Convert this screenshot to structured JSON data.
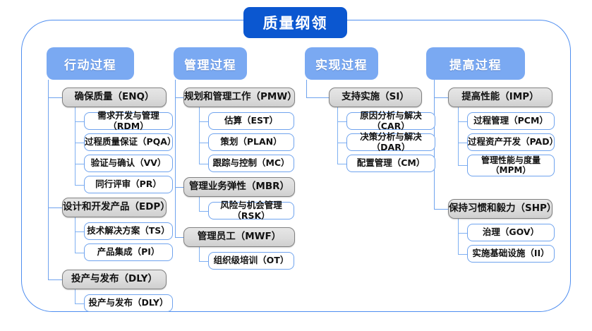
{
  "diagram": {
    "title": "质量纲领",
    "type": "tree-hierarchy",
    "frame_color": "#4f8ef0",
    "title_color": "#0b57d0",
    "header_color": "#7aa9f2",
    "category_box_color": "#dcdcdc",
    "leaf_box_border": "#6fa3ee"
  },
  "columns": [
    {
      "id": "action",
      "header": "行动过程",
      "groups": [
        {
          "category": "确保质量（ENQ）",
          "items": [
            "需求开发与管理（RDM）",
            "过程质量保证（PQA）",
            "验证与确认（VV）",
            "同行评审（PR）"
          ]
        },
        {
          "category": "设计和开发产品（EDP）",
          "items": [
            "技术解决方案（TS）",
            "产品集成（PI）"
          ]
        },
        {
          "category": "投产与发布（DLY）",
          "items": [
            "投产与发布（DLY）"
          ]
        }
      ]
    },
    {
      "id": "management",
      "header": "管理过程",
      "groups": [
        {
          "category": "规划和管理工作（PMW）",
          "items": [
            "估算（EST）",
            "策划（PLAN）",
            "跟踪与控制（MC）"
          ]
        },
        {
          "category": "管理业务弹性（MBR）",
          "items": [
            "风险与机会管理（RSK）"
          ]
        },
        {
          "category": "管理员工（MWF）",
          "items": [
            "组织级培训（OT）"
          ]
        }
      ]
    },
    {
      "id": "implementation",
      "header": "实现过程",
      "groups": [
        {
          "category": "支持实施（SI）",
          "items": [
            "原因分析与解决（CAR）",
            "决策分析与解决（DAR）",
            "配置管理（CM）"
          ]
        }
      ]
    },
    {
      "id": "improvement",
      "header": "提高过程",
      "groups": [
        {
          "category": "提高性能（IMP）",
          "items": [
            "过程管理（PCM）",
            "过程资产开发（PAD）",
            "管理性能与度量\n（MPM）"
          ]
        },
        {
          "category": "保持习惯和毅力（SHP）",
          "items": [
            "治理（GOV）",
            "实施基础设施（II）"
          ]
        }
      ]
    }
  ]
}
